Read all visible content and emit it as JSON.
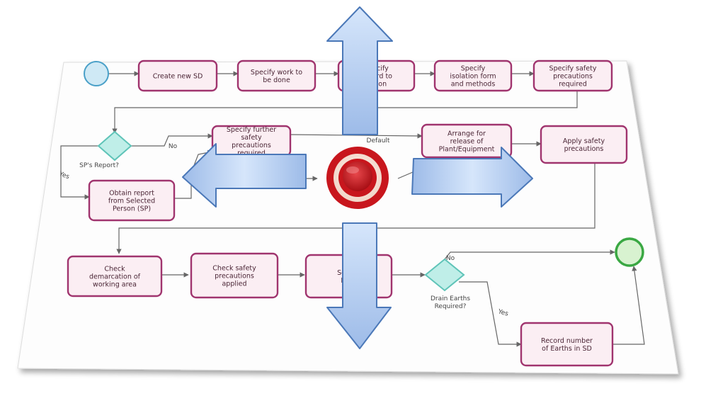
{
  "diagram": {
    "tasks": [
      {
        "id": "create",
        "lines": [
          "Create new SD"
        ]
      },
      {
        "id": "specify-work",
        "lines": [
          "Specify work to",
          "be done"
        ]
      },
      {
        "id": "specify-hazard",
        "lines": [
          "Specify",
          "hazard to",
          "action"
        ]
      },
      {
        "id": "specify-isolation",
        "lines": [
          "Specify",
          "isolation form",
          "and methods"
        ]
      },
      {
        "id": "specify-safety",
        "lines": [
          "Specify safety",
          "precautions",
          "required"
        ]
      },
      {
        "id": "specify-further",
        "lines": [
          "Specify further",
          "safety",
          "precautions",
          "required"
        ]
      },
      {
        "id": "arrange-release",
        "lines": [
          "Arrange for",
          "release of",
          "Plant/Equipment"
        ]
      },
      {
        "id": "apply-safety",
        "lines": [
          "Apply safety",
          "precautions"
        ]
      },
      {
        "id": "obtain-report",
        "lines": [
          "Obtain report",
          "from Selected",
          "Person (SP)"
        ]
      },
      {
        "id": "check-demarcation",
        "lines": [
          "Check",
          "demarcation of",
          "working area"
        ]
      },
      {
        "id": "check-precautions",
        "lines": [
          "Check safety",
          "precautions",
          "applied"
        ]
      },
      {
        "id": "secure-keys",
        "lines": [
          "Secure",
          "Keys"
        ]
      },
      {
        "id": "record-earths",
        "lines": [
          "Record number",
          "of Earths in SD"
        ]
      }
    ],
    "gateway_labels": {
      "sp_report": "SP's Report?",
      "drain_earths": [
        "Drain Earths",
        "Required?"
      ]
    },
    "flow_labels": {
      "no_top": "No",
      "yes_left": "Yes",
      "default": "Default",
      "no_bottom": "No",
      "yes_bottom": "Yes"
    },
    "colors": {
      "task_border": "#a0346e",
      "task_fill": "#fbeef3",
      "gateway": "#5fc4b8",
      "start_event": "#4aa0c8",
      "end_event": "#3aa843",
      "arrow_fill": "#b3cdf0",
      "arrow_stroke": "#4b78b8",
      "target_red": "#c8161d"
    },
    "overlay_icons": [
      "arrow-up-icon",
      "arrow-down-icon",
      "arrow-left-icon",
      "arrow-right-icon",
      "target-icon"
    ]
  }
}
